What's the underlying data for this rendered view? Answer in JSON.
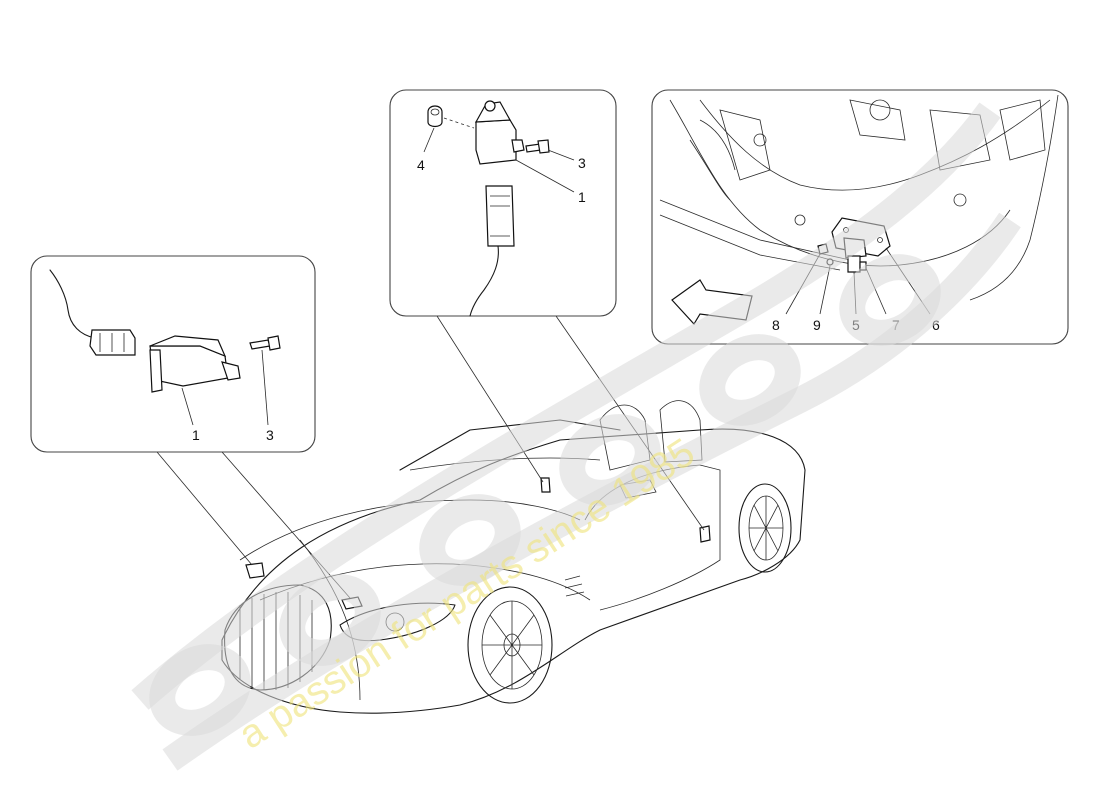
{
  "callouts": {
    "left_panel": [
      "1",
      "3"
    ],
    "top_panel": [
      "4",
      "3",
      "1"
    ],
    "right_panel": [
      "8",
      "9",
      "5",
      "7",
      "6"
    ]
  },
  "watermark": {
    "tagline": "a passion for parts since 1985"
  },
  "colors": {
    "line": "#1a1a1a",
    "panel_border": "#444444",
    "watermark_gray": "#d9d9d9",
    "watermark_yellow": "#efe47a"
  }
}
